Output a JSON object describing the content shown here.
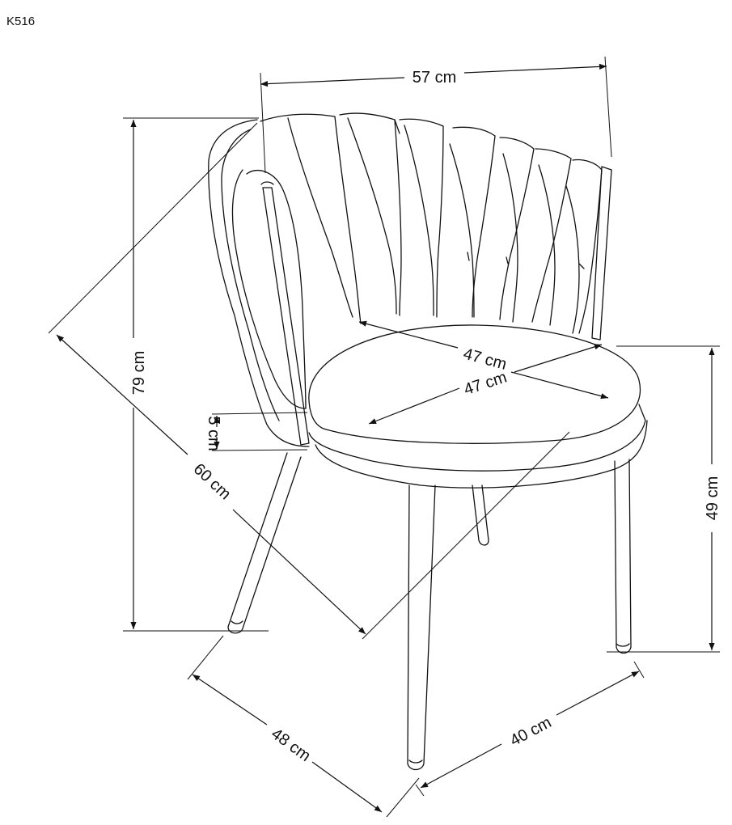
{
  "model_code": "K516",
  "dimensions": {
    "width": "57 cm",
    "height": "79 cm",
    "diagonal": "60 cm",
    "seat_height": "49 cm",
    "seat_depth": "47 cm",
    "seat_width": "47 cm",
    "cushion": "5 cm",
    "leg_depth": "48 cm",
    "leg_width": "40 cm"
  },
  "colors": {
    "line": "#111111",
    "background": "#ffffff"
  }
}
